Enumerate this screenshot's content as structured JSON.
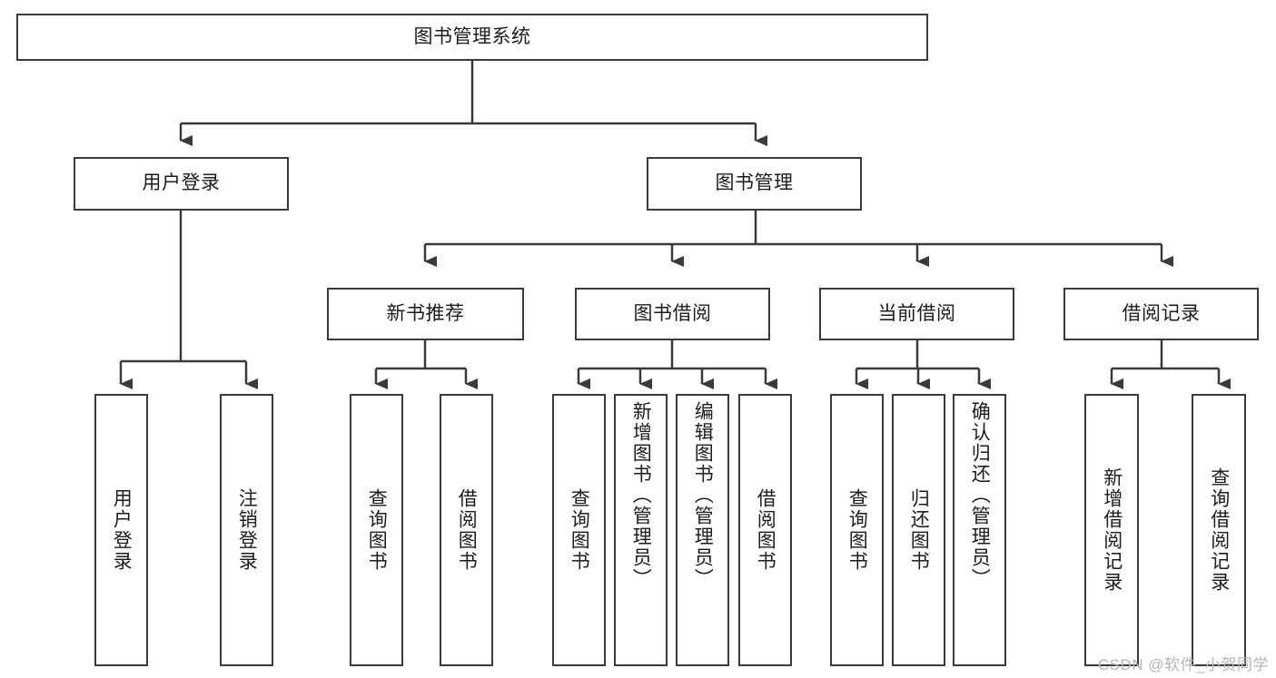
{
  "diagram": {
    "title": "图书管理系统",
    "type": "tree-hierarchy",
    "root": {
      "label": "图书管理系统"
    },
    "level2": [
      {
        "label": "用户登录"
      },
      {
        "label": "图书管理"
      }
    ],
    "level3": [
      {
        "label": "新书推荐"
      },
      {
        "label": "图书借阅"
      },
      {
        "label": "当前借阅"
      },
      {
        "label": "借阅记录"
      }
    ],
    "leaves": {
      "user_login": [
        {
          "label": "用户登录"
        },
        {
          "label": "注销登录"
        }
      ],
      "new_book_recommend": [
        {
          "label": "查询图书"
        },
        {
          "label": "借阅图书"
        }
      ],
      "book_borrow": [
        {
          "label": "查询图书"
        },
        {
          "label": "新增图书（管理员）"
        },
        {
          "label": "编辑图书（管理员）"
        },
        {
          "label": "借阅图书"
        }
      ],
      "current_borrow": [
        {
          "label": "查询图书"
        },
        {
          "label": "归还图书"
        },
        {
          "label": "确认归还（管理员）"
        }
      ],
      "borrow_record": [
        {
          "label": "新增借阅记录"
        },
        {
          "label": "查询借阅记录"
        }
      ]
    }
  },
  "watermark": {
    "text": "CSDN @软件_小贺同学"
  },
  "colors": {
    "stroke": "#3a3a3a",
    "background": "#ffffff",
    "text": "#1c1c1c",
    "watermark": "#b6b6b6"
  }
}
